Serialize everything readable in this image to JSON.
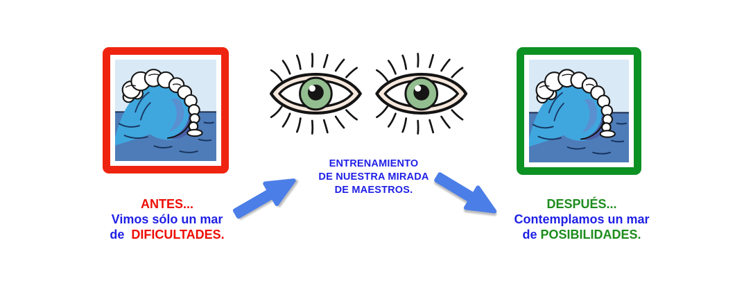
{
  "colors": {
    "background": "#ffffff",
    "frame_red": "#ee2410",
    "frame_green": "#0c9123",
    "text_red": "#ee0d04",
    "text_blue": "#1f1fe6",
    "text_green": "#1d8c1d",
    "arrow_blue": "#4c7ee8",
    "iris_green": "#93bf90",
    "lid_pink": "#f6e8dd",
    "sky_blue": "#d9e9f6",
    "sea_blue": "#4e7cb8",
    "wave_face": "#3fa7de",
    "wave_curl": "#4a5fa8",
    "wave_mid": "#5a8fd0",
    "outline": "#141414"
  },
  "icons": {
    "wave": "ocean-wave-clipart",
    "eyes": "green-eyes-clipart",
    "arrow": "blue-arrow"
  },
  "before": {
    "title": "ANTES...",
    "line2": "Vimos sólo un mar",
    "line3_prefix": "de",
    "line3_emphasis": "DIFICULTADES."
  },
  "center": {
    "line1": "ENTRENAMIENTO",
    "line2": "DE NUESTRA MIRADA",
    "line3": "DE MAESTROS."
  },
  "after": {
    "title": "DESPUÉS...",
    "line2": "Contemplamos un mar",
    "line3_prefix": "de",
    "line3_emphasis": "POSIBILIDADES."
  }
}
